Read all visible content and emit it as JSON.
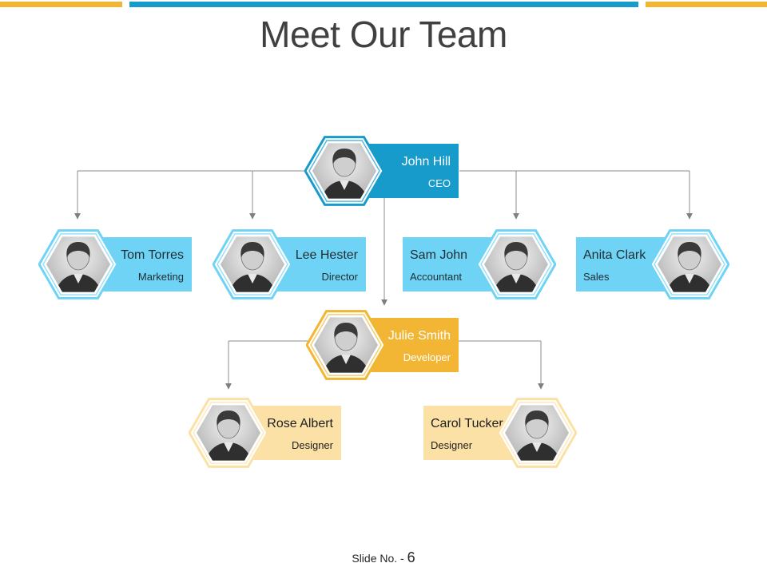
{
  "slide": {
    "title": "Meet Our Team",
    "footer_label": "Slide No. -",
    "footer_number": "6"
  },
  "colors": {
    "accent_blue": "#179bcb",
    "accent_yellow": "#f2b634",
    "light_blue": "#6fd3f5",
    "light_yellow": "#fbe1a6"
  },
  "members": {
    "ceo": {
      "name": "John Hill",
      "role": "CEO",
      "photo_icon": "person-photo-icon"
    },
    "tom": {
      "name": "Tom Torres",
      "role": "Marketing",
      "photo_icon": "person-photo-icon"
    },
    "lee": {
      "name": "Lee Hester",
      "role": "Director",
      "photo_icon": "person-photo-icon"
    },
    "sam": {
      "name": "Sam John",
      "role": "Accountant",
      "photo_icon": "person-photo-icon"
    },
    "anita": {
      "name": "Anita Clark",
      "role": "Sales",
      "photo_icon": "person-photo-icon"
    },
    "julie": {
      "name": "Julie Smith",
      "role": "Developer",
      "photo_icon": "person-photo-icon"
    },
    "rose": {
      "name": "Rose Albert",
      "role": "Designer",
      "photo_icon": "person-photo-icon"
    },
    "carol": {
      "name": "Carol Tucker",
      "role": "Designer",
      "photo_icon": "person-photo-icon"
    }
  }
}
